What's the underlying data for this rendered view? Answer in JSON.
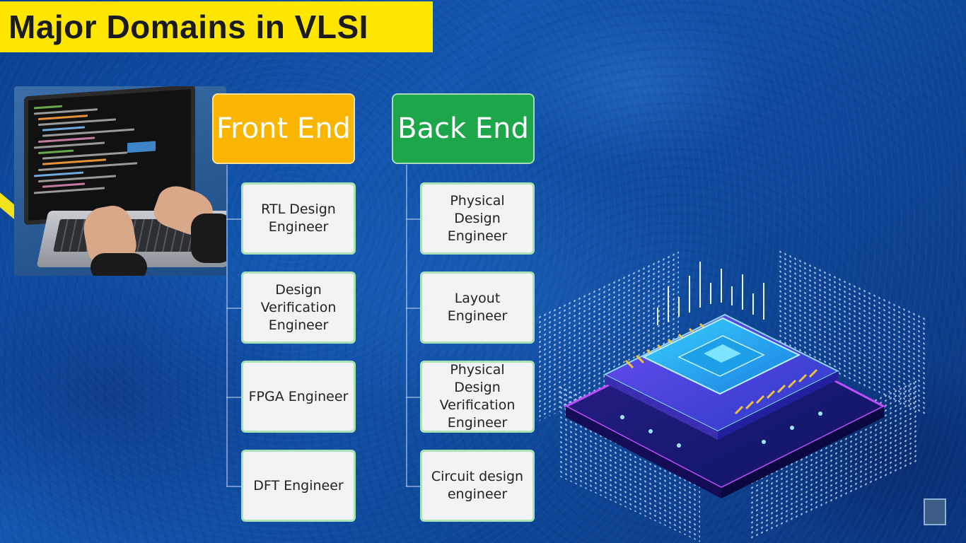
{
  "title": "Major Domains in VLSI",
  "front_end": {
    "header": "Front End",
    "color": "#f9b500",
    "roles": [
      "RTL Design Engineer",
      "Design Verification Engineer",
      "FPGA Engineer",
      "DFT Engineer"
    ]
  },
  "back_end": {
    "header": "Back End",
    "color": "#1ea64a",
    "roles": [
      "Physical Design Engineer",
      "Layout Engineer",
      "Physical Design Verification Engineer",
      "Circuit design engineer"
    ]
  },
  "colors": {
    "title_banner": "#ffe600",
    "background": "#1357b0",
    "role_box_border": "#a9e2b6"
  },
  "illustrations": [
    "laptop-coding-photo",
    "microchip-illustration"
  ]
}
